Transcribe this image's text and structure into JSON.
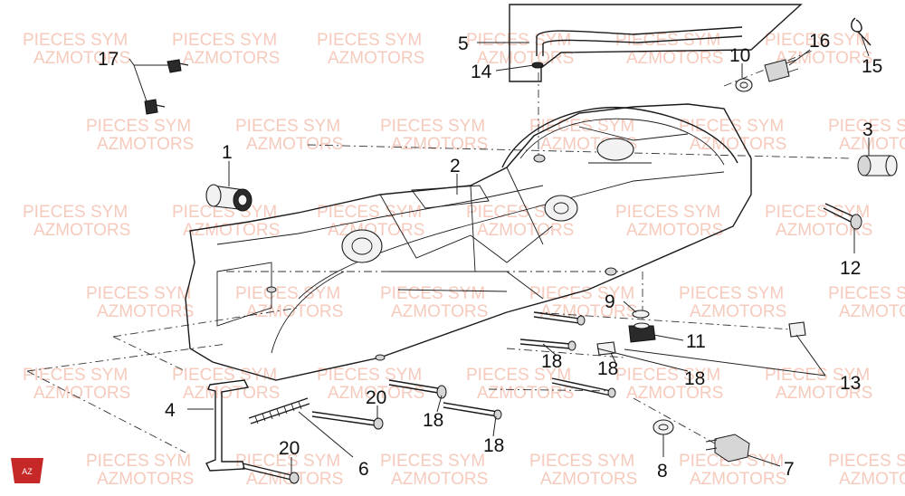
{
  "diagram": {
    "watermark_lines": [
      "PIECES SYM",
      "AZMOTORS"
    ],
    "callouts": [
      {
        "id": "c1",
        "text": "1"
      },
      {
        "id": "c2",
        "text": "2"
      },
      {
        "id": "c3",
        "text": "3"
      },
      {
        "id": "c4",
        "text": "4"
      },
      {
        "id": "c5",
        "text": "5"
      },
      {
        "id": "c6",
        "text": "6"
      },
      {
        "id": "c7",
        "text": "7"
      },
      {
        "id": "c8",
        "text": "8"
      },
      {
        "id": "c9",
        "text": "9"
      },
      {
        "id": "c10",
        "text": "10"
      },
      {
        "id": "c11",
        "text": "11"
      },
      {
        "id": "c12",
        "text": "12"
      },
      {
        "id": "c13",
        "text": "13"
      },
      {
        "id": "c14",
        "text": "14"
      },
      {
        "id": "c15",
        "text": "15"
      },
      {
        "id": "c16",
        "text": "16"
      },
      {
        "id": "c17",
        "text": "17"
      },
      {
        "id": "c18a",
        "text": "18"
      },
      {
        "id": "c18b",
        "text": "18"
      },
      {
        "id": "c18c",
        "text": "18"
      },
      {
        "id": "c18d",
        "text": "18"
      },
      {
        "id": "c18e",
        "text": "18"
      },
      {
        "id": "c20a",
        "text": "20"
      },
      {
        "id": "c20b",
        "text": "20"
      }
    ]
  },
  "colors": {
    "watermark": "#f3b9a6",
    "line": "#1a1a1a",
    "logo": "#c62828"
  }
}
